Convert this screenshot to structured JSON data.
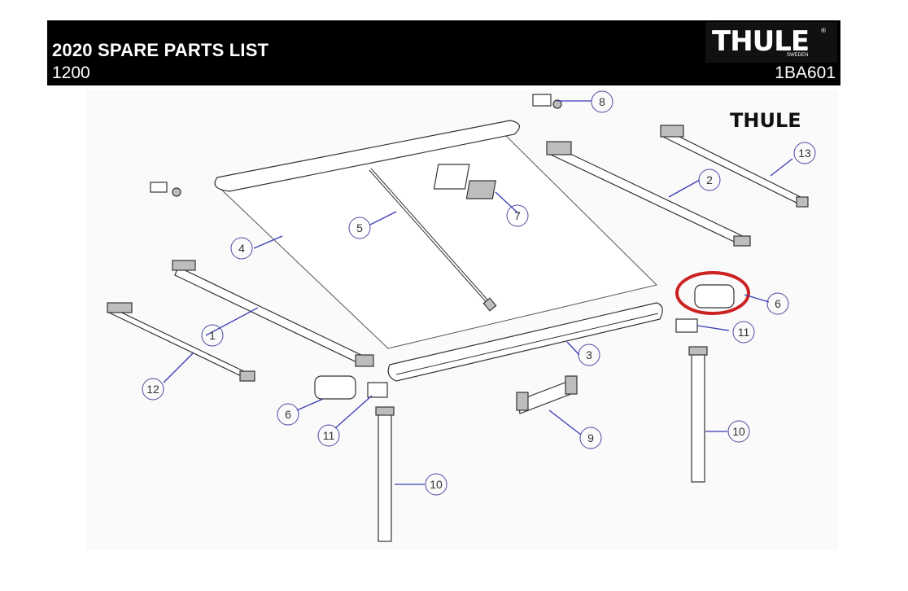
{
  "header": {
    "title": "2020 SPARE PARTS LIST",
    "model": "1200",
    "part_code": "1BA601",
    "brand": "THULE",
    "brand_sub": "SWEDEN",
    "brand_mark": "®"
  },
  "diagram": {
    "brand_logo": "THULE",
    "callouts": [
      "1",
      "2",
      "3",
      "4",
      "5",
      "6",
      "6",
      "7",
      "8",
      "9",
      "10",
      "10",
      "11",
      "11",
      "12",
      "13"
    ],
    "highlight_color": "#cc2222",
    "leader_color": "#3b3bb5"
  }
}
